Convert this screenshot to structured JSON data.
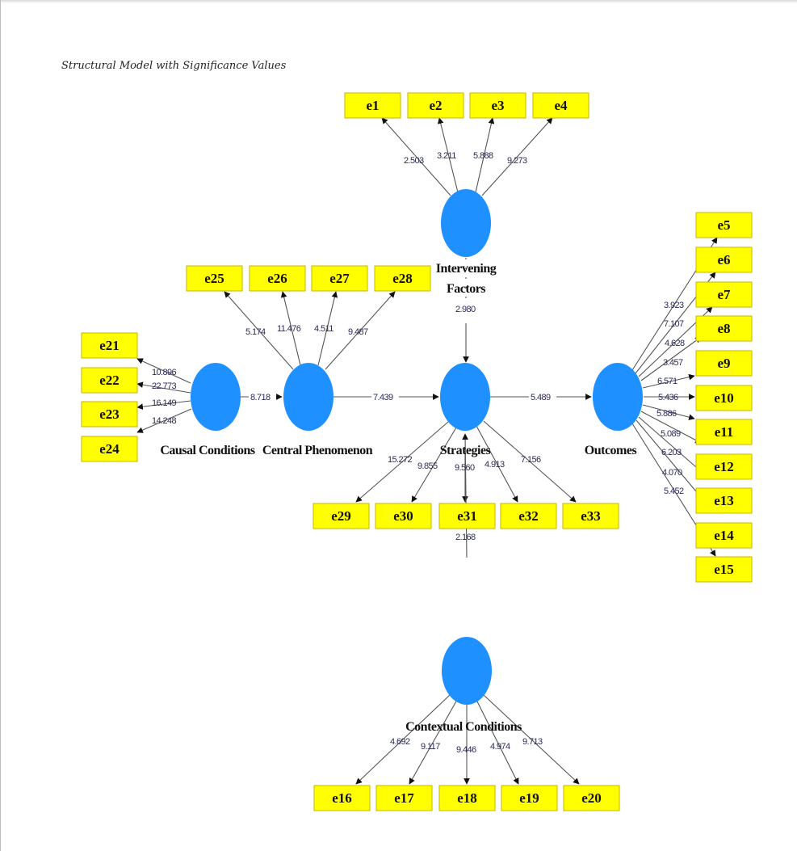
{
  "caption": "Structural Model with Significance Values",
  "colors": {
    "latent": "#1e90ff",
    "indicator": "#ffff00",
    "edge": "#555555"
  },
  "latent_variables": {
    "intervening": {
      "label_lines": [
        "Intervening",
        "Factors"
      ]
    },
    "causal": {
      "label": "Causal Conditions"
    },
    "central": {
      "label": "Central Phenomenon"
    },
    "strategies": {
      "label": "Strategies"
    },
    "outcomes": {
      "label": "Outcomes"
    },
    "contextual": {
      "label": "Contextual Conditions"
    }
  },
  "indicators": {
    "intervening": [
      {
        "name": "e1",
        "value": "2.503"
      },
      {
        "name": "e2",
        "value": "3.211"
      },
      {
        "name": "e3",
        "value": "5.888"
      },
      {
        "name": "e4",
        "value": "9.273"
      }
    ],
    "outcomes": [
      {
        "name": "e5",
        "value": "3.923"
      },
      {
        "name": "e6",
        "value": "7.107"
      },
      {
        "name": "e7",
        "value": "4.628"
      },
      {
        "name": "e8",
        "value": "3.457"
      },
      {
        "name": "e9",
        "value": "6.571"
      },
      {
        "name": "e10",
        "value": "5.436"
      },
      {
        "name": "e11",
        "value": "5.886"
      },
      {
        "name": "e12",
        "value": "5.089"
      },
      {
        "name": "e13",
        "value": "6.203"
      },
      {
        "name": "e14",
        "value": "4.070"
      },
      {
        "name": "e15",
        "value": "5.452"
      }
    ],
    "contextual": [
      {
        "name": "e16",
        "value": "4.692"
      },
      {
        "name": "e17",
        "value": "9.117"
      },
      {
        "name": "e18",
        "value": "9.446"
      },
      {
        "name": "e19",
        "value": "4.974"
      },
      {
        "name": "e20",
        "value": "9.713"
      }
    ],
    "causal": [
      {
        "name": "e21",
        "value": "10.896"
      },
      {
        "name": "e22",
        "value": "22.773"
      },
      {
        "name": "e23",
        "value": "16.149"
      },
      {
        "name": "e24",
        "value": "14.248"
      }
    ],
    "central": [
      {
        "name": "e25",
        "value": "5.174"
      },
      {
        "name": "e26",
        "value": "11.476"
      },
      {
        "name": "e27",
        "value": "4.511"
      },
      {
        "name": "e28",
        "value": "9.487"
      }
    ],
    "strategies": [
      {
        "name": "e29",
        "value": "15.272"
      },
      {
        "name": "e30",
        "value": "9.855"
      },
      {
        "name": "e31",
        "value": "9.560"
      },
      {
        "name": "e32",
        "value": "4.913"
      },
      {
        "name": "e33",
        "value": "7.156"
      }
    ]
  },
  "paths": [
    {
      "from": "Causal Conditions",
      "to": "Central Phenomenon",
      "value": "8.718"
    },
    {
      "from": "Central Phenomenon",
      "to": "Strategies",
      "value": "7.439"
    },
    {
      "from": "Strategies",
      "to": "Outcomes",
      "value": "5.489"
    },
    {
      "from": "Intervening Factors",
      "to": "Strategies",
      "value": "2.980"
    },
    {
      "from": "Contextual Conditions",
      "to": "Strategies",
      "value": "2.168"
    }
  ]
}
